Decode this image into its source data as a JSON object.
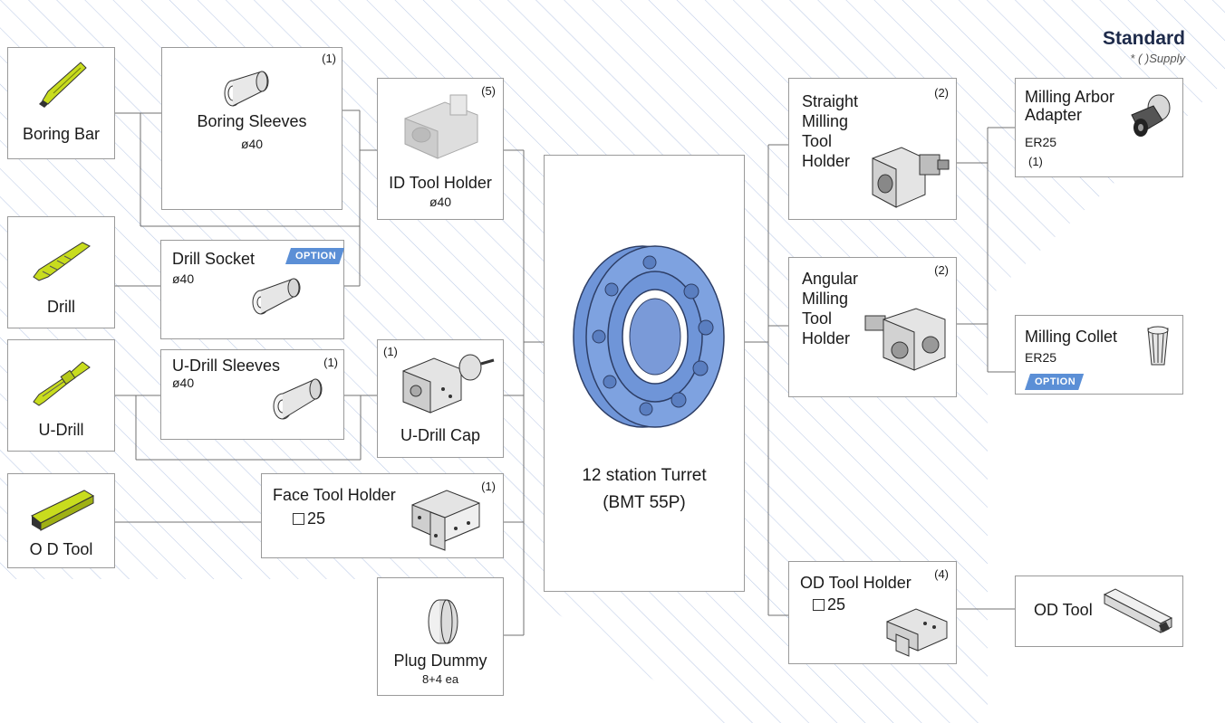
{
  "legend": {
    "title": "Standard",
    "note": "* (  )Supply"
  },
  "colors": {
    "accent_blue": "#5b8fd6",
    "turret_blue": "#6f95d8",
    "tool_yellow": "#c8dc1e",
    "hatch": "#b8c9e6"
  },
  "option_label": "OPTION",
  "left_tools": {
    "boring_bar": "Boring Bar",
    "drill": "Drill",
    "u_drill": "U-Drill",
    "od_tool": "O D  Tool"
  },
  "boring_sleeves": {
    "label": "Boring  Sleeves",
    "spec": "ø40",
    "qty": "(1)"
  },
  "drill_socket": {
    "label": "Drill Socket",
    "spec": "ø40"
  },
  "u_drill_sleeves": {
    "label": "U-Drill Sleeves",
    "spec": "ø40",
    "qty": "(1)"
  },
  "id_tool_holder": {
    "label": "ID  Tool Holder",
    "spec": "ø40",
    "qty": "(5)"
  },
  "u_drill_cap": {
    "label": "U-Drill Cap",
    "qty": "(1)"
  },
  "face_tool_holder": {
    "label": "Face Tool Holder",
    "spec": "25",
    "qty": "(1)"
  },
  "plug_dummy": {
    "label": "Plug Dummy",
    "spec": "8+4 ea"
  },
  "turret": {
    "line1": "12 station Turret",
    "line2": "(BMT 55P)"
  },
  "straight_milling": {
    "l1": "Straight",
    "l2": "Milling",
    "l3": "Tool",
    "l4": "Holder",
    "qty": "(2)"
  },
  "angular_milling": {
    "l1": "Angular",
    "l2": "Milling",
    "l3": "Tool",
    "l4": "Holder",
    "qty": "(2)"
  },
  "od_tool_holder": {
    "label": "OD Tool Holder",
    "spec": "25",
    "qty": "(4)"
  },
  "milling_arbor": {
    "l1": "Milling Arbor",
    "l2": "Adapter",
    "spec": "ER25",
    "qty": "(1)"
  },
  "milling_collet": {
    "label": "Milling Collet",
    "spec": "ER25"
  },
  "od_tool_right": {
    "label": "OD Tool"
  }
}
